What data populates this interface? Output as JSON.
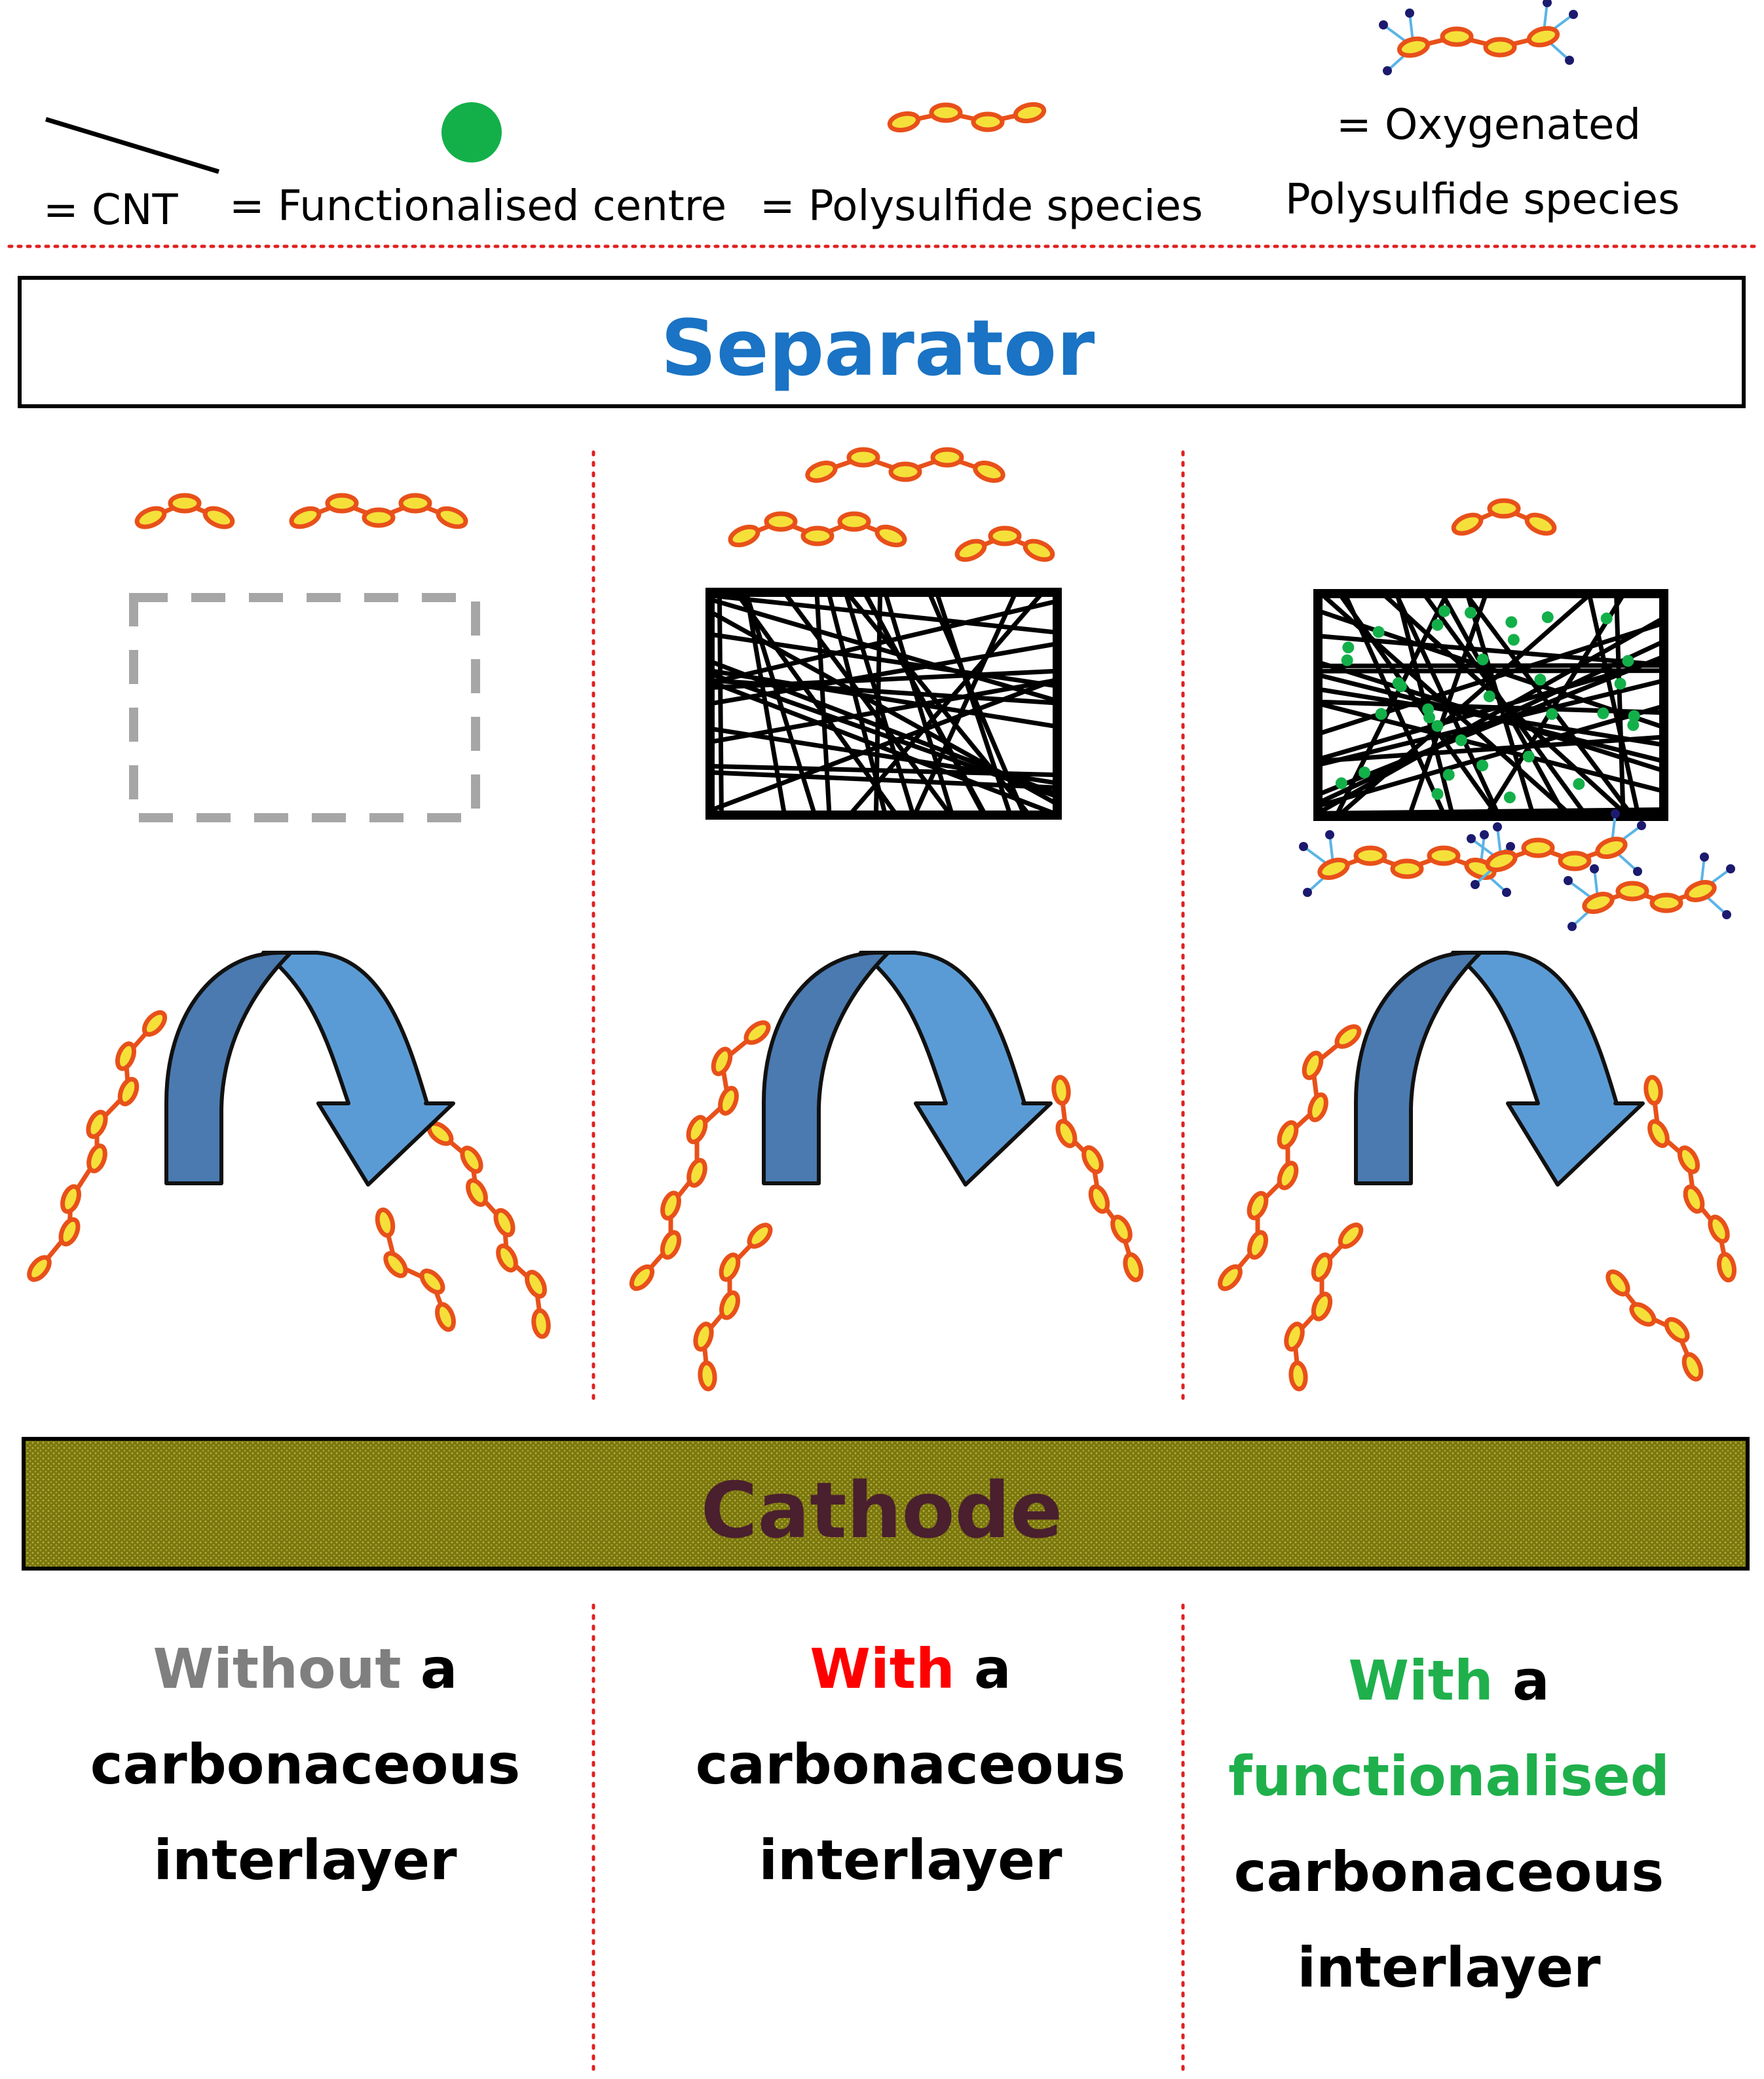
{
  "legend": {
    "cnt": "= CNT",
    "functionalised_centre": "= Functionalised centre",
    "polysulfide": "= Polysulfide species",
    "oxygenated_line1": "= Oxygenated",
    "oxygenated_line2": "Polysulfide species"
  },
  "separator": {
    "label": "Separator"
  },
  "cathode": {
    "label": "Cathode"
  },
  "captions": [
    {
      "lines": [
        [
          {
            "t": "Without",
            "c": "gray"
          },
          {
            "t": " a",
            "c": "black"
          }
        ],
        [
          {
            "t": "carbonaceous",
            "c": "black"
          }
        ],
        [
          {
            "t": "interlayer",
            "c": "black"
          }
        ]
      ]
    },
    {
      "lines": [
        [
          {
            "t": "With",
            "c": "red"
          },
          {
            "t": " a",
            "c": "black"
          }
        ],
        [
          {
            "t": "carbonaceous",
            "c": "black"
          }
        ],
        [
          {
            "t": "interlayer",
            "c": "black"
          }
        ]
      ]
    },
    {
      "lines": [
        [
          {
            "t": "With",
            "c": "green"
          },
          {
            "t": " a",
            "c": "black"
          }
        ],
        [
          {
            "t": "functionalised",
            "c": "green"
          }
        ],
        [
          {
            "t": "carbonaceous",
            "c": "black"
          }
        ],
        [
          {
            "t": "interlayer",
            "c": "black"
          }
        ]
      ]
    }
  ],
  "colors": {
    "separator_text": "#1a73c4",
    "cathode_fill": "#7d7a10",
    "cathode_text": "#4a1f2e",
    "arrow_light": "#5b9bd5",
    "arrow_dark": "#4a7ab0",
    "bead_fill": "#f5e03a",
    "bead_stroke": "#e8501a",
    "green_dot": "#13b04a",
    "oxygen_dot": "#1c1a6e",
    "oxygen_bond": "#5ab4e6",
    "divider": "#e02020",
    "gray": "#7f7f7f",
    "red": "#ff0000",
    "green": "#1fb04c",
    "black": "#000000"
  },
  "icons": [
    "cnt-line-icon",
    "functionalised-centre-icon",
    "polysulfide-chain-icon",
    "oxygenated-polysulfide-icon",
    "curved-arrow-icon",
    "cnt-mesh-icon"
  ]
}
